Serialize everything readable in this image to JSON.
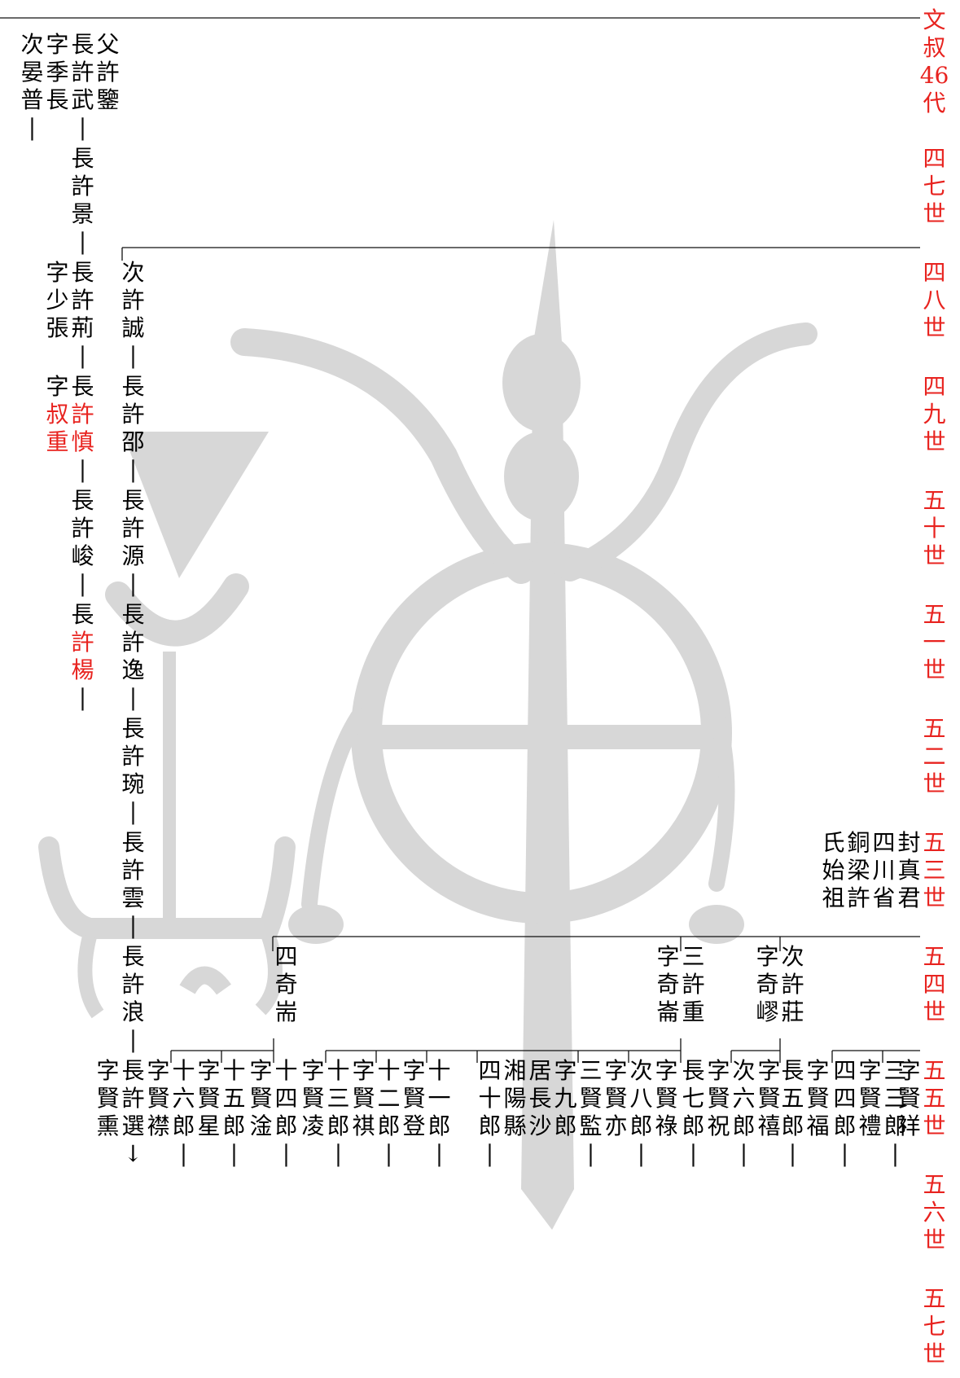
{
  "colors": {
    "ink": "#111111",
    "accent_red": "#e8231f",
    "watermark": "#d3d3d3"
  },
  "generations": [
    "文叔46代",
    "四七世",
    "四八世",
    "四九世",
    "五十世",
    "五一世",
    "五二世",
    "五三世",
    "五四世",
    "五五世",
    "五六世",
    "五七世"
  ],
  "persons": [
    {
      "id": "xu-jian",
      "lines": [
        "父許鑒"
      ],
      "red_chars": []
    },
    {
      "id": "xu-wu",
      "lines": [
        "長許武"
      ],
      "red_chars": []
    },
    {
      "id": "xu-wu-zi",
      "lines": [
        "字季長"
      ],
      "red_chars": []
    },
    {
      "id": "xu-wu-second",
      "lines": [
        "次晏普"
      ],
      "red_chars": []
    },
    {
      "id": "xu-jing",
      "lines": [
        "長許景"
      ],
      "red_chars": []
    },
    {
      "id": "xu-jing-son-jing",
      "lines": [
        "長許荊",
        "字少張"
      ],
      "red_chars": []
    },
    {
      "id": "xu-cheng",
      "lines": [
        "次許誠"
      ],
      "red_chars": []
    },
    {
      "id": "xu-shen",
      "lines": [
        "長許慎",
        "字叔重"
      ],
      "red_chars": [
        "許",
        "慎",
        "叔",
        "重"
      ]
    },
    {
      "id": "xu-shao",
      "lines": [
        "長許邵"
      ],
      "red_chars": []
    },
    {
      "id": "xu-jun",
      "lines": [
        "長許峻"
      ],
      "red_chars": []
    },
    {
      "id": "xu-yuan",
      "lines": [
        "長許源"
      ],
      "red_chars": []
    },
    {
      "id": "xu-yang",
      "lines": [
        "長許楊"
      ],
      "red_chars": [
        "許",
        "楊"
      ]
    },
    {
      "id": "xu-yi",
      "lines": [
        "長許逸"
      ],
      "red_chars": []
    },
    {
      "id": "xu-wan",
      "lines": [
        "長許琬"
      ],
      "red_chars": []
    },
    {
      "id": "xu-yun",
      "lines": [
        "長許雲"
      ],
      "red_chars": []
    },
    {
      "id": "xu-lang",
      "lines": [
        "長許浪"
      ],
      "red_chars": []
    },
    {
      "id": "founder-zhen",
      "lines": [
        "封真君",
        "四川省",
        "銅梁許",
        "氏始祖"
      ],
      "red_chars": []
    },
    {
      "id": "si-qi-duan",
      "lines": [
        "四奇耑"
      ],
      "red_chars": []
    },
    {
      "id": "xu-zhong",
      "lines": [
        "三許重",
        "字奇崙"
      ],
      "red_chars": []
    },
    {
      "id": "xu-zhuang",
      "lines": [
        "次許莊",
        "字奇嵺"
      ],
      "red_chars": []
    },
    {
      "id": "xu-xuan",
      "lines": [
        "長許選",
        "字賢熏"
      ],
      "red_chars": []
    },
    {
      "id": "shiliu-xian",
      "lines": [
        "十六郎",
        "字賢襟"
      ],
      "red_chars": []
    },
    {
      "id": "shiwu-xian",
      "lines": [
        "十五郎",
        "字賢星"
      ],
      "red_chars": []
    },
    {
      "id": "shisi-xian",
      "lines": [
        "十四郎",
        "字賢淦"
      ],
      "red_chars": []
    },
    {
      "id": "shisan-xian",
      "lines": [
        "十三郎",
        "字賢凌"
      ],
      "red_chars": []
    },
    {
      "id": "shier-xian",
      "lines": [
        "十二郎",
        "字賢祺"
      ],
      "red_chars": []
    },
    {
      "id": "shiyi-xian",
      "lines": [
        "十一郎",
        "字賢登"
      ],
      "red_chars": []
    },
    {
      "id": "sishi-lang",
      "lines": [
        "四十郎"
      ],
      "red_chars": []
    },
    {
      "id": "xiangyang",
      "lines": [
        "湘陽縣"
      ],
      "red_chars": []
    },
    {
      "id": "juzhangsha",
      "lines": [
        "居長沙"
      ],
      "red_chars": []
    },
    {
      "id": "san-xian-jian",
      "lines": [
        "三賢監",
        "字九郎"
      ],
      "red_chars": []
    },
    {
      "id": "xian-yi",
      "lines": [
        "字賢亦"
      ],
      "red_chars": []
    },
    {
      "id": "ci-ba-lang",
      "lines": [
        "次八郎"
      ],
      "red_chars": []
    },
    {
      "id": "xian-lu",
      "lines": [
        "字賢祿"
      ],
      "red_chars": []
    },
    {
      "id": "zhang-qi-lang",
      "lines": [
        "長七郎"
      ],
      "red_chars": []
    },
    {
      "id": "xian-zhu",
      "lines": [
        "字賢祝"
      ],
      "red_chars": []
    },
    {
      "id": "ci-liu-lang",
      "lines": [
        "次六郎"
      ],
      "red_chars": []
    },
    {
      "id": "xian-xi",
      "lines": [
        "字賢禧"
      ],
      "red_chars": []
    },
    {
      "id": "zhang-wu-lang",
      "lines": [
        "長五郎"
      ],
      "red_chars": []
    },
    {
      "id": "xian-fu",
      "lines": [
        "字賢福"
      ],
      "red_chars": []
    },
    {
      "id": "si-si-lang",
      "lines": [
        "四四郎"
      ],
      "red_chars": []
    },
    {
      "id": "xian-li",
      "lines": [
        "字賢禮"
      ],
      "red_chars": []
    },
    {
      "id": "san-san-lang",
      "lines": [
        "三三郎"
      ],
      "red_chars": []
    },
    {
      "id": "xian-xiang",
      "lines": [
        "字賢祥"
      ],
      "red_chars": []
    }
  ]
}
